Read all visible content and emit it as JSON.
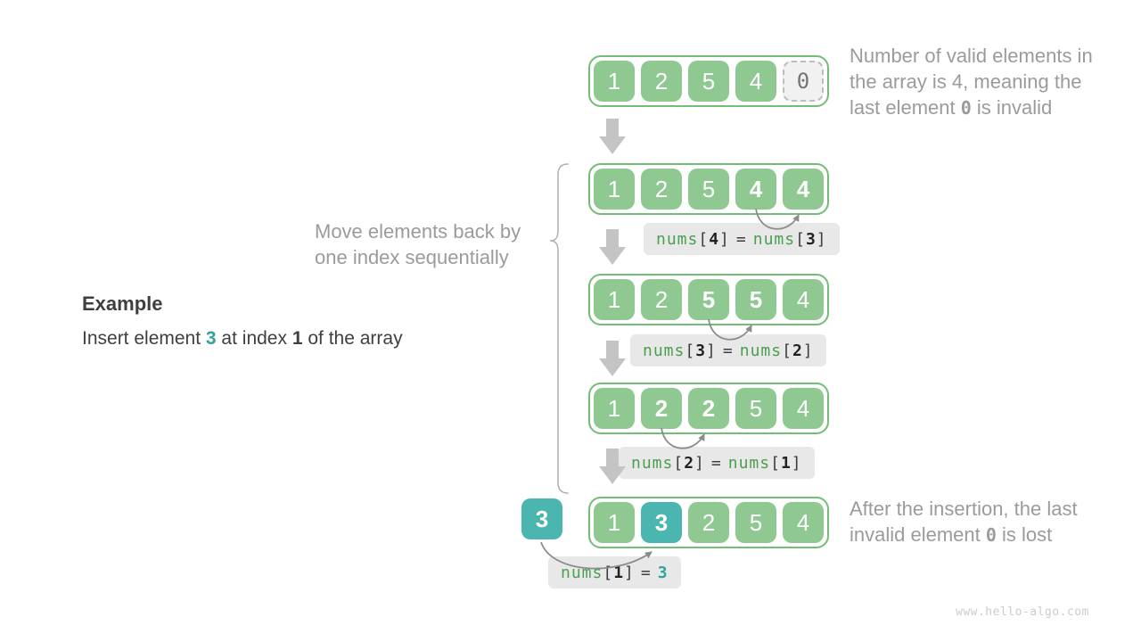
{
  "example": {
    "heading": "Example",
    "line": {
      "p1": "Insert element ",
      "value": "3",
      "p2": " at index ",
      "index": "1",
      "p3": " of the array"
    }
  },
  "notes": {
    "top": {
      "line1": "Number of valid elements in",
      "line2": "the array is 4, meaning the",
      "line3_pre": "last element ",
      "line3_code": "0",
      "line3_post": " is invalid"
    },
    "move": {
      "line1": "Move elements back by",
      "line2": "one index sequentially"
    },
    "bottom": {
      "line1": "After the insertion, the last",
      "line2_pre": "invalid element ",
      "line2_code": "0",
      "line2_post": " is lost"
    }
  },
  "inserted": {
    "value": "3"
  },
  "rows": [
    {
      "cells": [
        {
          "value": "1",
          "cls": "cell"
        },
        {
          "value": "2",
          "cls": "cell"
        },
        {
          "value": "5",
          "cls": "cell"
        },
        {
          "value": "4",
          "cls": "cell"
        },
        {
          "value": "0",
          "cls": "cell invalid"
        }
      ]
    },
    {
      "cells": [
        {
          "value": "1",
          "cls": "cell"
        },
        {
          "value": "2",
          "cls": "cell"
        },
        {
          "value": "5",
          "cls": "cell"
        },
        {
          "value": "4",
          "cls": "cell bold"
        },
        {
          "value": "4",
          "cls": "cell bold"
        }
      ]
    },
    {
      "cells": [
        {
          "value": "1",
          "cls": "cell"
        },
        {
          "value": "2",
          "cls": "cell"
        },
        {
          "value": "5",
          "cls": "cell bold"
        },
        {
          "value": "5",
          "cls": "cell bold"
        },
        {
          "value": "4",
          "cls": "cell"
        }
      ]
    },
    {
      "cells": [
        {
          "value": "1",
          "cls": "cell"
        },
        {
          "value": "2",
          "cls": "cell bold"
        },
        {
          "value": "2",
          "cls": "cell bold"
        },
        {
          "value": "5",
          "cls": "cell"
        },
        {
          "value": "4",
          "cls": "cell"
        }
      ]
    },
    {
      "cells": [
        {
          "value": "1",
          "cls": "cell"
        },
        {
          "value": "3",
          "cls": "cell teal bold"
        },
        {
          "value": "2",
          "cls": "cell"
        },
        {
          "value": "5",
          "cls": "cell"
        },
        {
          "value": "4",
          "cls": "cell"
        }
      ]
    }
  ],
  "labels": [
    {
      "fn1": "nums",
      "br1": "[",
      "idx1": "4",
      "br2": "]",
      "eq": "=",
      "fn2": "nums",
      "br3": "[",
      "idx2": "3",
      "br4": "]"
    },
    {
      "fn1": "nums",
      "br1": "[",
      "idx1": "3",
      "br2": "]",
      "eq": "=",
      "fn2": "nums",
      "br3": "[",
      "idx2": "2",
      "br4": "]"
    },
    {
      "fn1": "nums",
      "br1": "[",
      "idx1": "2",
      "br2": "]",
      "eq": "=",
      "fn2": "nums",
      "br3": "[",
      "idx2": "1",
      "br4": "]"
    },
    {
      "fn1": "nums",
      "br1": "[",
      "idx1": "1",
      "br2": "]",
      "eq": "=",
      "value": "3"
    }
  ],
  "colors": {
    "cell_green": "#8FC991",
    "array_border_green": "#74BC78",
    "teal_accent": "#4AB6AF",
    "code_green": "#4C9E50",
    "label_bg": "#E8E8E8",
    "note_gray": "#9B9B9B",
    "arrow_gray": "#C4C4C4",
    "curve_gray": "#8C8C8C"
  },
  "watermark": "www.hello-algo.com"
}
